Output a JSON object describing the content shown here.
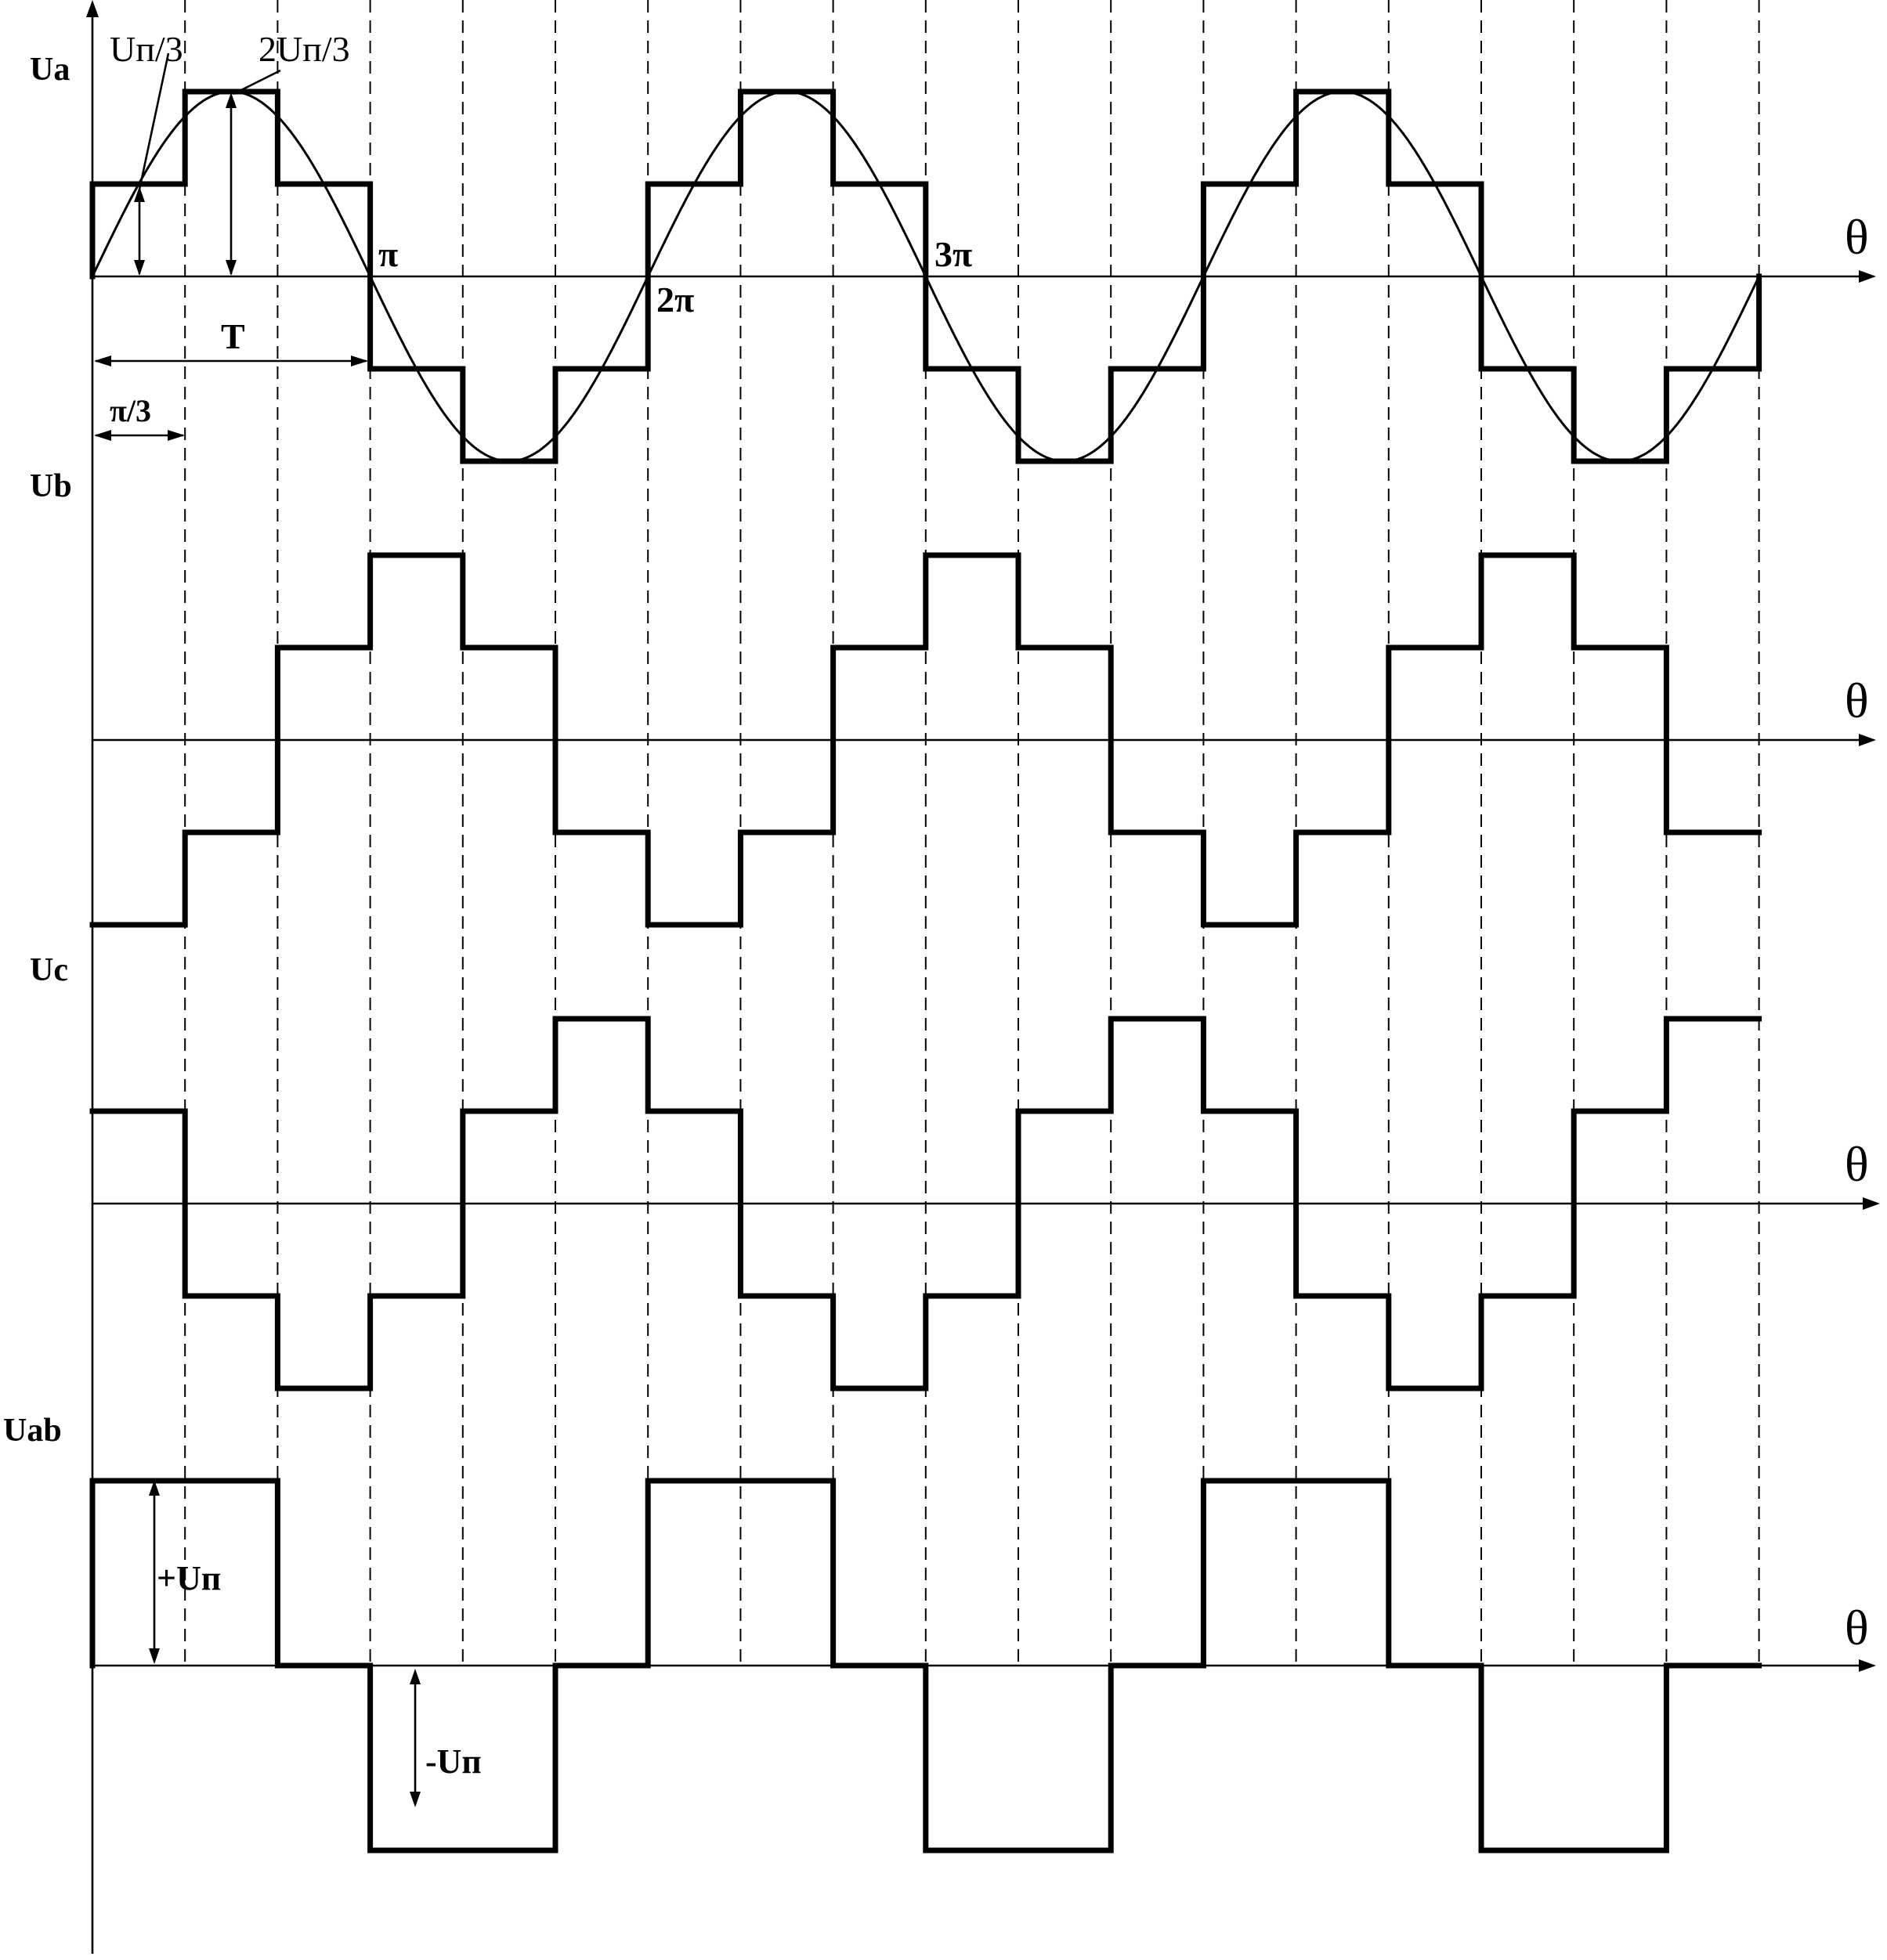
{
  "labels": {
    "ua": "Ua",
    "ub": "Ub",
    "uc": "Uc",
    "uab": "Uab",
    "theta": "θ",
    "pi": "π",
    "two_pi": "2π",
    "three_pi": "3π",
    "period": "T",
    "pi_over_3": "π/3",
    "step_low": "Uп/3",
    "step_high": "2Uп/3",
    "plus_up": "+Uп",
    "minus_up": "-Uп"
  },
  "signals": {
    "segments_per_pi": 3,
    "segment_count": 18,
    "ua_levels": [
      1,
      2,
      1,
      -1,
      -2,
      -1,
      1,
      2,
      1,
      -1,
      -2,
      -1,
      1,
      2,
      1,
      -1,
      -2,
      -1
    ],
    "ub_levels": [
      -2,
      -1,
      1,
      2,
      1,
      -1,
      -2,
      -1,
      1,
      2,
      1,
      -1,
      -2,
      -1,
      1,
      2,
      1,
      -1
    ],
    "uc_levels": [
      1,
      -1,
      -2,
      -1,
      1,
      2,
      1,
      -1,
      -2,
      -1,
      1,
      2,
      1,
      -1,
      -2,
      -1,
      1,
      2
    ],
    "uab_levels": [
      3,
      3,
      0,
      -3,
      -3,
      0,
      3,
      3,
      0,
      -3,
      -3,
      0,
      3,
      3,
      0,
      -3,
      -3,
      0
    ]
  }
}
